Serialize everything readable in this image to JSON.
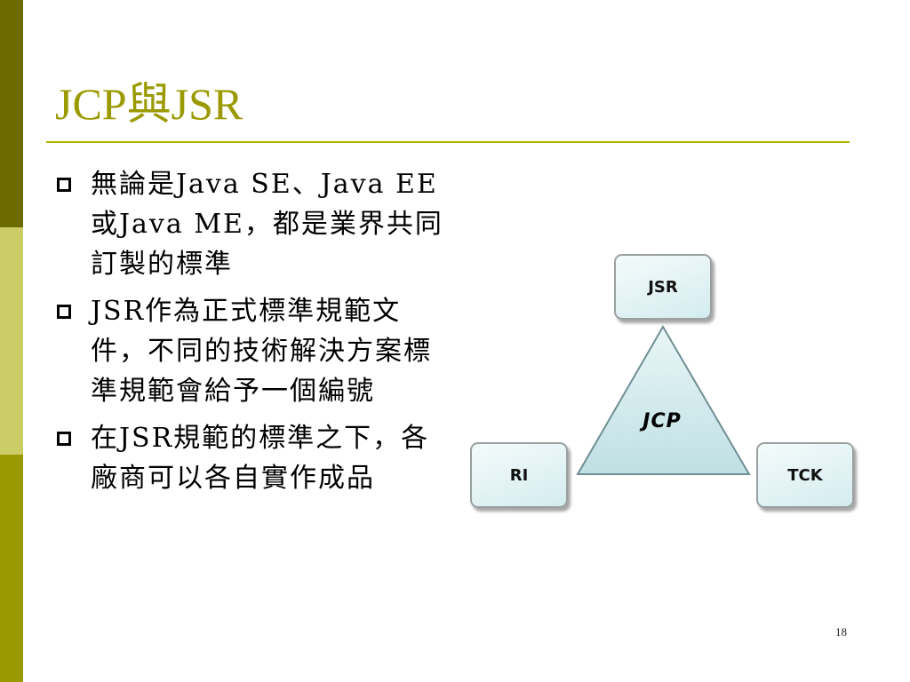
{
  "slide": {
    "title": "JCP與JSR",
    "bullets": [
      "無論是Java SE、Java EE或Java ME，都是業界共同訂製的標準",
      "JSR作為正式標準規範文件，不同的技術解決方案標準規範會給予一個編號",
      "在JSR規範的標準之下，各廠商可以各自實作成品"
    ],
    "page_number": "18"
  },
  "diagram": {
    "center_label": "JCP",
    "nodes": {
      "top": "JSR",
      "left": "RI",
      "right": "TCK"
    }
  },
  "colors": {
    "title": "#9a9a00",
    "sidebar_dark": "#6b6b00",
    "sidebar_light": "#cccc66",
    "sidebar_mid": "#9a9a00",
    "triangle_fill": "#cfe9ec"
  }
}
